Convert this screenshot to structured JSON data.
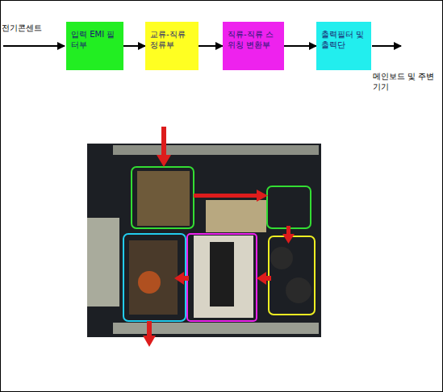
{
  "diagram": {
    "nodes": [
      {
        "text": [
          "입력 EMI 필터부"
        ]
      },
      {
        "text": [
          "교류-직류 정류부"
        ]
      },
      {
        "text": [
          "직류-직류 스위칭 변환부"
        ]
      },
      {
        "text": [
          "출력필터 및 출력단"
        ]
      }
    ],
    "edges": [
      {
        "from": 0,
        "to": 1,
        "arrow": "to"
      },
      {
        "from": 1,
        "to": 2,
        "arrow": "to"
      },
      {
        "from": 2,
        "to": 3,
        "arrow": "to"
      }
    ],
    "labels": [
      "전기콘센트",
      "메인보드 및 주변기기"
    ]
  }
}
